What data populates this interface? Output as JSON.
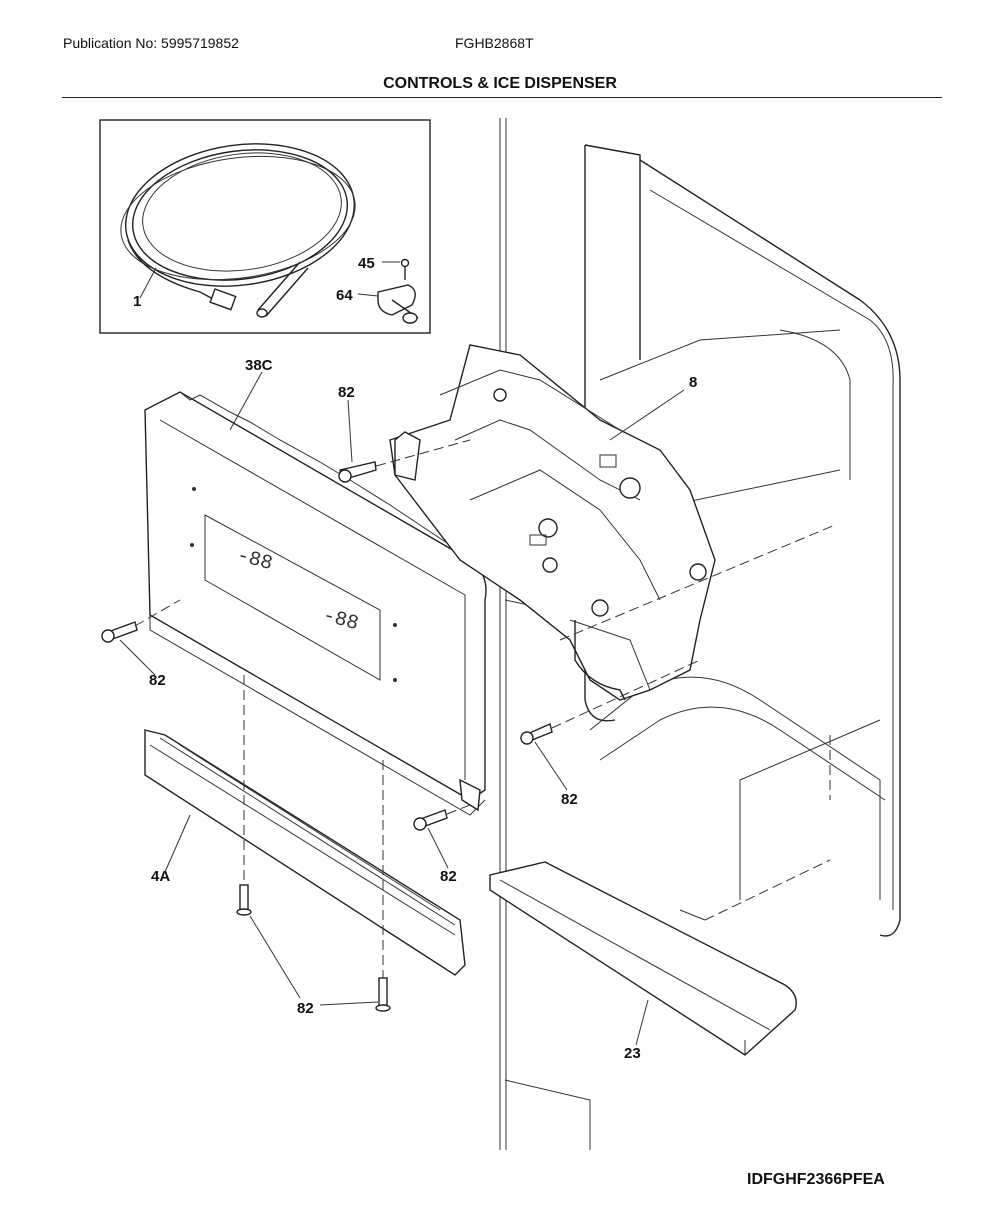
{
  "header": {
    "publication": "Publication No: 5995719852",
    "model": "FGHB2868T",
    "title": "CONTROLS & ICE DISPENSER",
    "reference": "IDFGHF2366PFEA"
  },
  "callouts": {
    "tubing": "1",
    "screw_45": "45",
    "clip_64": "64",
    "control_panel": "38C",
    "screw_top": "82",
    "dispenser_housing": "8",
    "screw_left": "82",
    "screw_right": "82",
    "trim": "4A",
    "screw_mid": "82",
    "screw_bottom": "82",
    "drip_tray": "23"
  }
}
